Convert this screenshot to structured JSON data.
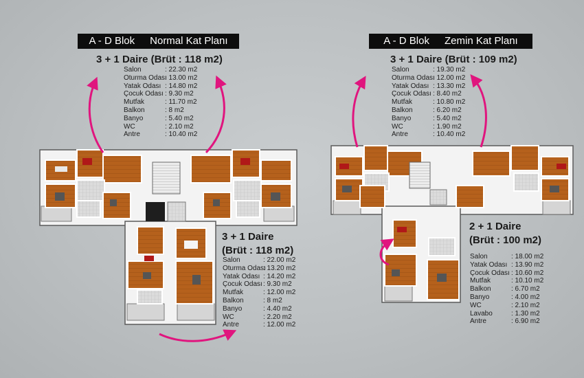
{
  "left": {
    "banner": {
      "block": "A - D Blok",
      "plan": "Normal Kat Planı"
    },
    "top_unit": {
      "title": "3 + 1 Daire (Brüt : 118 m2)",
      "rooms": [
        {
          "name": "Salon",
          "value": ": 22.30 m2"
        },
        {
          "name": "Oturma Odası",
          "value": ": 13.00 m2"
        },
        {
          "name": "Yatak Odası",
          "value": ": 14.80 m2"
        },
        {
          "name": "Çocuk Odası",
          "value": ": 9.30 m2"
        },
        {
          "name": "Mutfak",
          "value": ": 11.70 m2"
        },
        {
          "name": "Balkon",
          "value": ": 8 m2"
        },
        {
          "name": "Banyo",
          "value": ": 5.40 m2"
        },
        {
          "name": "WC",
          "value": ": 2.10 m2"
        },
        {
          "name": "Antre",
          "value": ": 10.40 m2"
        }
      ]
    },
    "bottom_unit": {
      "title_line1": "3 + 1 Daire",
      "title_line2": "(Brüt : 118 m2)",
      "rooms": [
        {
          "name": "Salon",
          "value": ": 22.00 m2"
        },
        {
          "name": "Oturma Odası",
          "value": ": 13.20 m2"
        },
        {
          "name": "Yatak Odası",
          "value": ": 14.20 m2"
        },
        {
          "name": "Çocuk Odası",
          "value": ": 9.30 m2"
        },
        {
          "name": "Mutfak",
          "value": ": 12.00 m2"
        },
        {
          "name": "Balkon",
          "value": ": 8 m2"
        },
        {
          "name": "Banyo",
          "value": ": 4.40 m2"
        },
        {
          "name": "WC",
          "value": ": 2.20 m2"
        },
        {
          "name": "Antre",
          "value": ": 12.00 m2"
        }
      ]
    }
  },
  "right": {
    "banner": {
      "block": "A - D Blok",
      "plan": "Zemin Kat Planı"
    },
    "top_unit": {
      "title": "3 + 1 Daire (Brüt : 109 m2)",
      "rooms": [
        {
          "name": "Salon",
          "value": ": 19.30 m2"
        },
        {
          "name": "Oturma Odası",
          "value": ": 12.00 m2"
        },
        {
          "name": "Yatak Odası",
          "value": ": 13.30 m2"
        },
        {
          "name": "Çocuk Odası",
          "value": ": 8.40 m2"
        },
        {
          "name": "Mutfak",
          "value": ": 10.80 m2"
        },
        {
          "name": "Balkon",
          "value": ": 6.20 m2"
        },
        {
          "name": "Banyo",
          "value": ": 5.40 m2"
        },
        {
          "name": "WC",
          "value": ": 1.90 m2"
        },
        {
          "name": "Antre",
          "value": ": 10.40 m2"
        }
      ]
    },
    "bottom_unit": {
      "title_line1": "2 + 1 Daire",
      "title_line2": "(Brüt : 100 m2)",
      "rooms": [
        {
          "name": "Salon",
          "value": ": 18.00 m2"
        },
        {
          "name": "Yatak Odası",
          "value": ": 13.90 m2"
        },
        {
          "name": "Çocuk Odası",
          "value": ": 10.60 m2"
        },
        {
          "name": "Mutfak",
          "value": ": 10.10 m2"
        },
        {
          "name": "Balkon",
          "value": ": 6.70 m2"
        },
        {
          "name": "Banyo",
          "value": ": 4.00 m2"
        },
        {
          "name": "WC",
          "value": ": 2.10 m2"
        },
        {
          "name": "Lavabo",
          "value": ": 1.30 m2"
        },
        {
          "name": "Antre",
          "value": ": 6.90 m2"
        }
      ]
    }
  },
  "colors": {
    "arrow": "#e0157e",
    "banner_bg": "#0d0d0d",
    "floor": "#b8651f",
    "wall": "#f2f2f2",
    "tile": "#d8d8d8"
  }
}
